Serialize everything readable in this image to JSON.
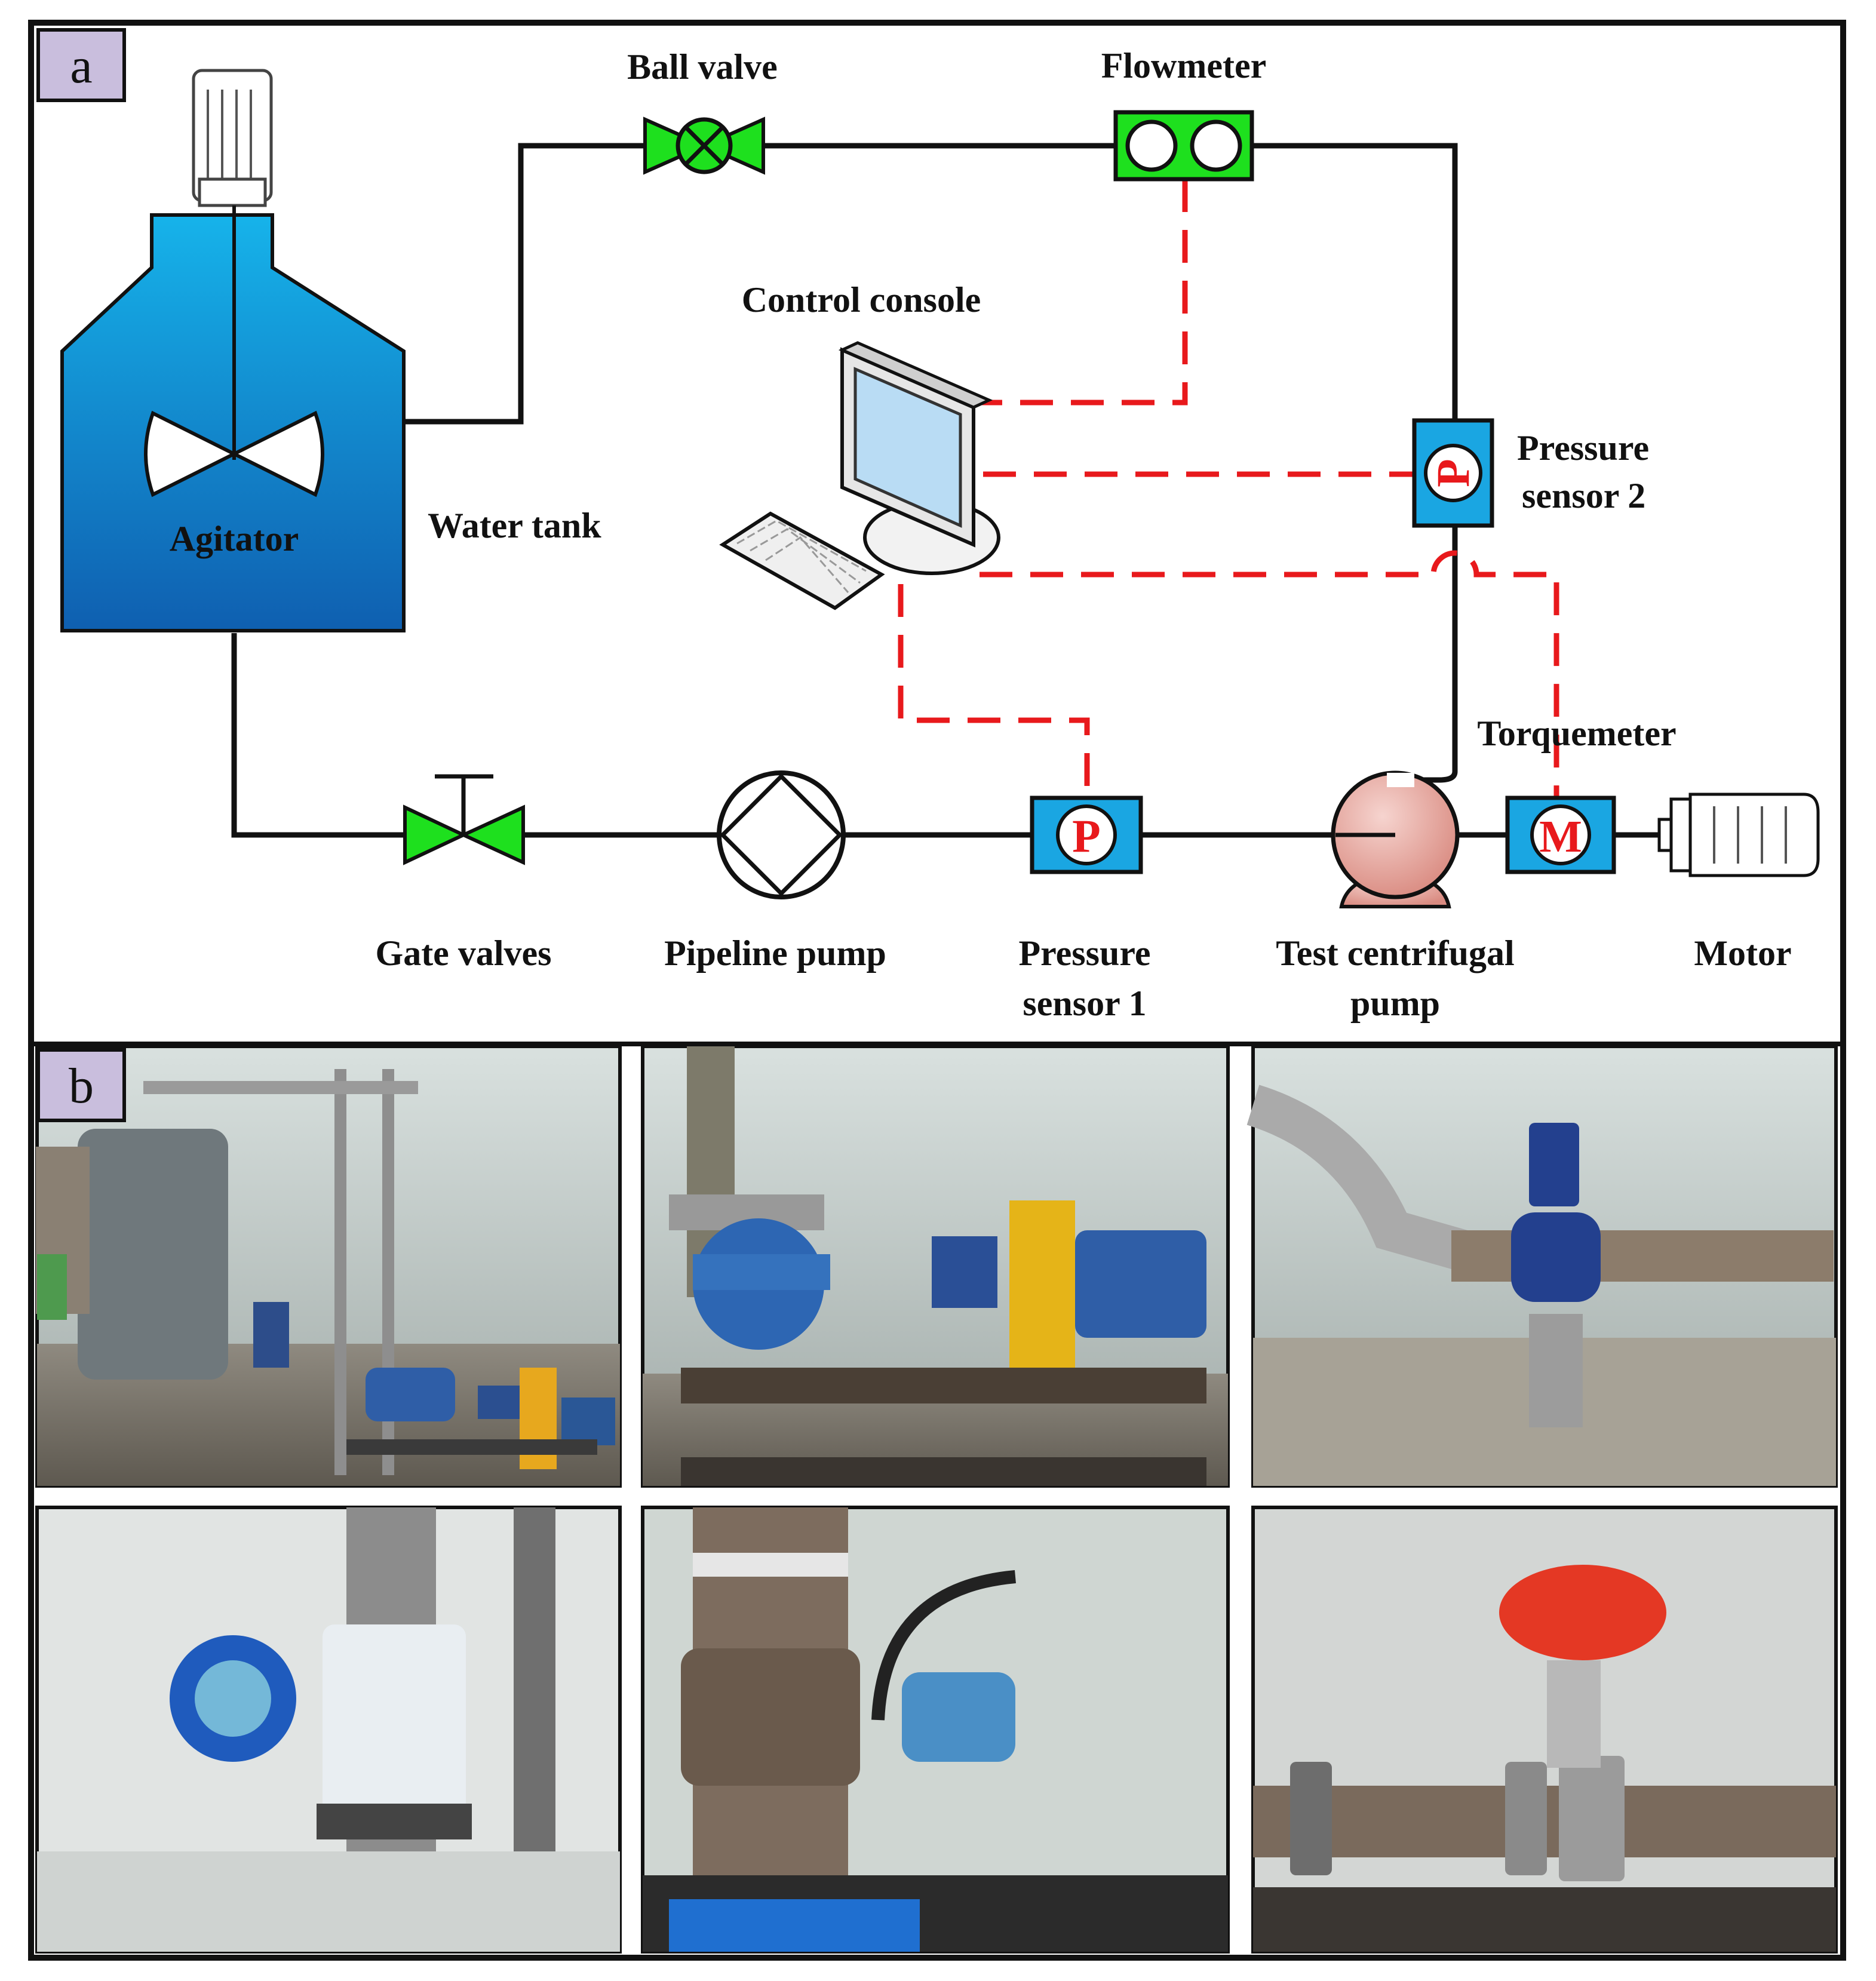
{
  "panels": {
    "a": "a",
    "b": "b"
  },
  "labels": {
    "ball_valve": "Ball valve",
    "flowmeter": "Flowmeter",
    "control_console": "Control console",
    "agitator": "Agitator",
    "water_tank": "Water tank",
    "pressure_sensor_2_line1": "Pressure",
    "pressure_sensor_2_line2": "sensor 2",
    "torquemeter": "Torquemeter",
    "gate_valves": "Gate valves",
    "pipeline_pump": "Pipeline pump",
    "pressure_sensor_1_line1": "Pressure",
    "pressure_sensor_1_line2": "sensor 1",
    "test_pump_line1": "Test centrifugal",
    "test_pump_line2": "pump",
    "motor": "Motor"
  },
  "symbols": {
    "pressure_letter": "P",
    "torque_letter": "M"
  },
  "colors": {
    "tank_top": "#16b3ea",
    "tank_bottom": "#0f5fb0",
    "valve_green": "#1ee01e",
    "sensor_blue": "#1aa6e2",
    "signal_red": "#e8191c",
    "pump_pink": "#e9a79f",
    "panel_tab": "#c9bedd"
  },
  "photos": [
    {
      "name": "photo-test-rig-overview"
    },
    {
      "name": "photo-centrifugal-pump-motor"
    },
    {
      "name": "photo-pipeline-pump"
    },
    {
      "name": "photo-flowmeter"
    },
    {
      "name": "photo-pressure-sensor"
    },
    {
      "name": "photo-electric-valve"
    }
  ]
}
